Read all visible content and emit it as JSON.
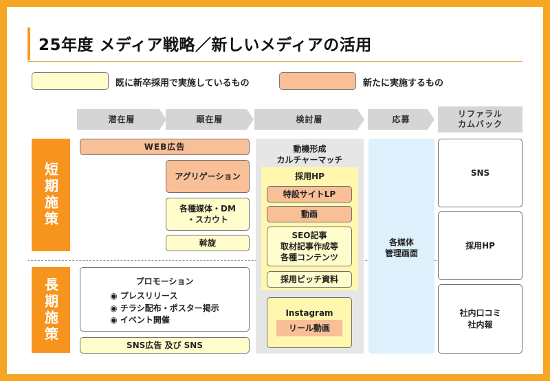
{
  "title": "25年度 メディア戦略／新しいメディアの活用",
  "legend": {
    "existing": "既に新卒採用で実施しているもの",
    "new": "新たに実施するもの"
  },
  "colors": {
    "accent": "#f7941d",
    "existing": "#fffdcc",
    "new": "#f9bf97",
    "header": "#d5d5d5"
  },
  "stages": [
    "潜在層",
    "顕在層",
    "検討層",
    "応募",
    "リファラル\nカムバック"
  ],
  "periods": {
    "short": "短期施策",
    "long": "長期施策"
  },
  "short": {
    "web_ad": "WEB広告",
    "aggregation": "アグリゲーション",
    "media_dm": "各種媒体・DM\n・スカウト",
    "mediation": "斡旋"
  },
  "long": {
    "promotion_title": "プロモーション",
    "promotion_items": [
      "◉ プレスリリース",
      "◉ チラシ配布・ポスター掲示",
      "◉ イベント開催"
    ],
    "sns_ad": "SNS広告 及び SNS"
  },
  "consideration": {
    "label": "動機形成\nカルチャーマッチ",
    "recruit_hp_title": "採用HP",
    "special_site": "特設サイトLP",
    "video": "動画",
    "seo": "SEO記事\n取材記事作成等\n各種コンテンツ",
    "pitch": "採用ピッチ資料",
    "instagram": "Instagram",
    "reel": "リール動画"
  },
  "apply": {
    "label": "各媒体\n管理画面"
  },
  "referral": {
    "sns": "SNS",
    "recruit_hp": "採用HP",
    "reviews": "社内口コミ\n社内報"
  }
}
